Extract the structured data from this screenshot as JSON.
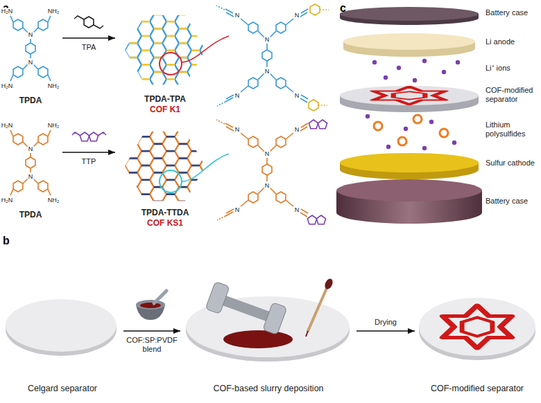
{
  "diagram": {
    "nodes": [
      {
        "text": [
          "TPDA"
        ]
      },
      {
        "text": [
          "TPDA-TPA",
          "COF K1"
        ]
      },
      {
        "text": [
          "TPDA"
        ]
      },
      {
        "text": [
          "TPDA-TTDA",
          "COF KS1"
        ]
      },
      {
        "text": [
          "Celgard separator"
        ]
      },
      {
        "text": [
          "COF-based slurry deposition"
        ]
      },
      {
        "text": [
          "COF-modified separator"
        ]
      }
    ],
    "edges": [
      {
        "from": 0,
        "to": 1,
        "arrow": "to",
        "label": "TPA"
      },
      {
        "from": 2,
        "to": 3,
        "arrow": "to",
        "label": "TTP"
      },
      {
        "from": 4,
        "to": 5,
        "arrow": "to",
        "label": "COF:SP:PVDF blend"
      },
      {
        "from": 5,
        "to": 6,
        "arrow": "to",
        "label": "Drying"
      }
    ],
    "labels": [
      "a",
      "H₂N",
      "NH₂",
      "N",
      "N",
      "H₂N",
      "NH₂",
      "N",
      "N",
      "N",
      "N",
      "N",
      "N",
      "H₂N",
      "NH₂",
      "N",
      "N",
      "H₂N",
      "NH₂",
      "N",
      "N",
      "N",
      "N",
      "N",
      "N",
      "c",
      "Battery case",
      "Li anode",
      "Li⁺ ions",
      "COF-modified separator",
      "Lithium polysulfides",
      "Sulfur cathode",
      "Battery case",
      "b"
    ]
  }
}
